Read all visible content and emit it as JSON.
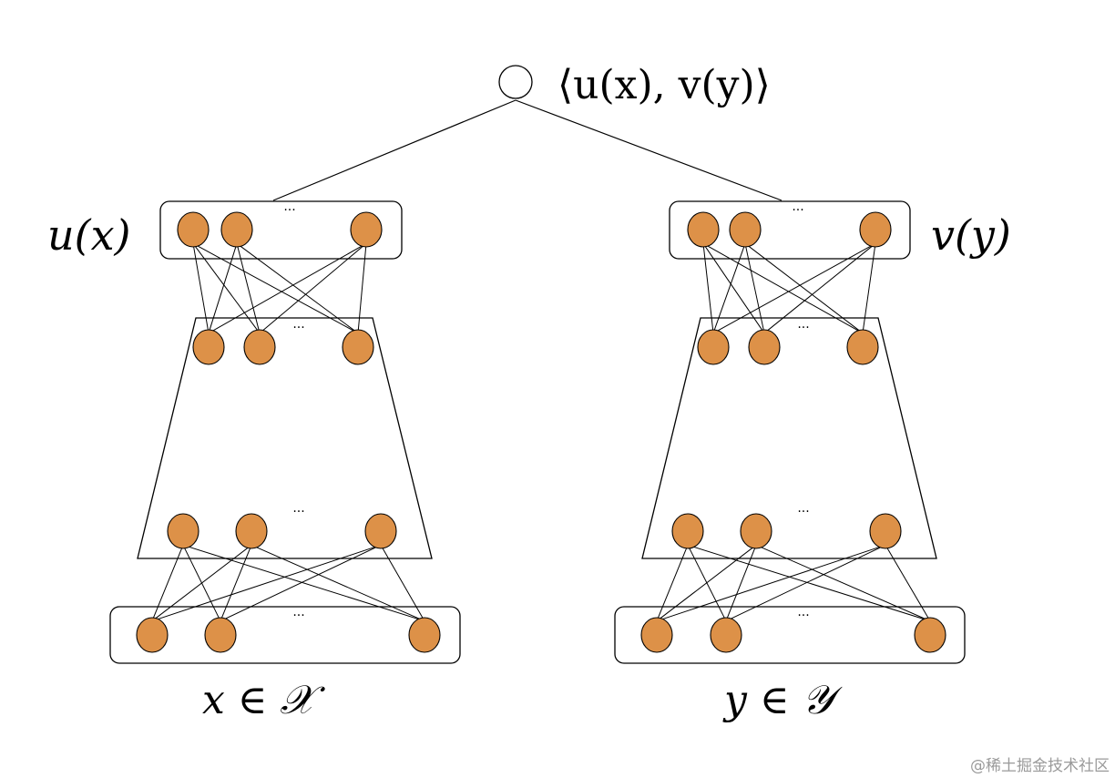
{
  "labels": {
    "output": "⟨u(x), v(y)⟩",
    "left_embedding": "u(x)",
    "right_embedding": "v(y)",
    "left_input": "x ∈ 𝒳",
    "right_input": "y ∈ 𝒴"
  },
  "ellipsis": "···",
  "watermark": "@稀土掘金技术社区",
  "colors": {
    "node_fill": "#dd9148",
    "node_stroke": "#000000",
    "line": "#000000",
    "background": "#ffffff"
  }
}
